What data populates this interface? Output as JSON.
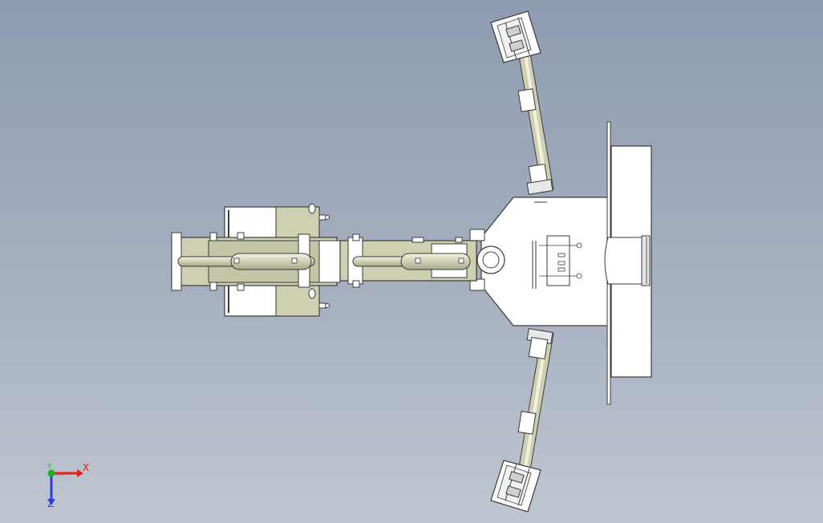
{
  "viewport": {
    "background_top": "#8e9bb0",
    "background_bottom": "#bfc6d1"
  },
  "colors": {
    "white_part": "#ffffff",
    "olive_part": "#cfcfb2",
    "edge": "#3a3a3a",
    "shade": "#d9d9d9"
  },
  "triad": {
    "x_label": "X",
    "y_label": "Y",
    "z_label": "Z",
    "x_color": "#e0201b",
    "y_color": "#1fb01f",
    "z_color": "#2b3fd8"
  }
}
